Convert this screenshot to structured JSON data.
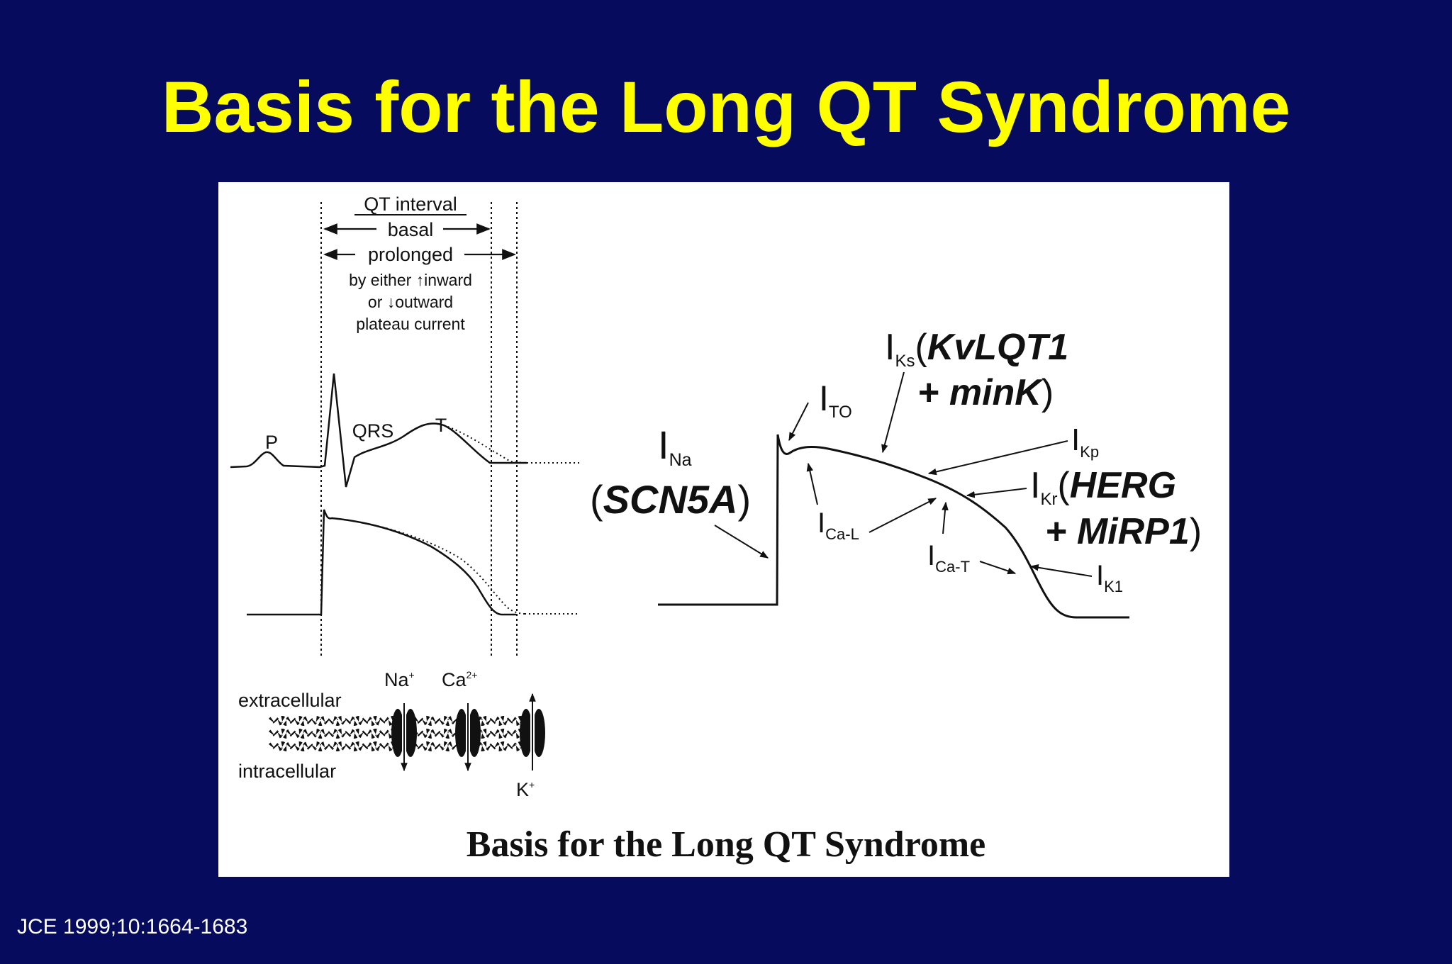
{
  "slide": {
    "title": "Basis for the Long QT Syndrome",
    "title_color": "#ffff00",
    "background": "#060b5e",
    "citation": "JCE 1999;10:1664-1683"
  },
  "figure": {
    "caption": "Basis for the Long QT Syndrome",
    "qt": {
      "title": "QT interval",
      "basal": "basal",
      "prolonged": "prolonged",
      "explain_line1": "by either ",
      "explain_inward": "inward",
      "explain_line2": "or ",
      "explain_outward": "outward",
      "explain_line3": "plateau current",
      "up_arrow_icon": "↑",
      "down_arrow_icon": "↓"
    },
    "ecg": {
      "p": "P",
      "qrs": "QRS",
      "t": "T"
    },
    "membrane": {
      "extracellular": "extracellular",
      "intracellular": "intracellular",
      "na": "Na",
      "na_sup": "+",
      "ca": "Ca",
      "ca_sup": "2+",
      "k": "K",
      "k_sup": "+"
    },
    "currents": {
      "ina": {
        "main": "I",
        "sub": "Na",
        "gene": "SCN5A",
        "open": "(",
        "close": ")"
      },
      "ito": {
        "main": "I",
        "sub": "TO"
      },
      "iks": {
        "main": "I",
        "sub": "Ks",
        "open": "(",
        "gene1": "KvLQT1",
        "plus": "+ ",
        "gene2": "minK",
        "close": ")"
      },
      "ikp": {
        "main": "I",
        "sub": "Kp"
      },
      "ikr": {
        "main": "I",
        "sub": "Kr",
        "open": "(",
        "gene1": "HERG",
        "plus": "+ ",
        "gene2": "MiRP1",
        "close": ")"
      },
      "ical": {
        "main": "I",
        "sub": "Ca-L"
      },
      "icat": {
        "main": "I",
        "sub": "Ca-T"
      },
      "ik1": {
        "main": "I",
        "sub": "K1"
      }
    }
  }
}
